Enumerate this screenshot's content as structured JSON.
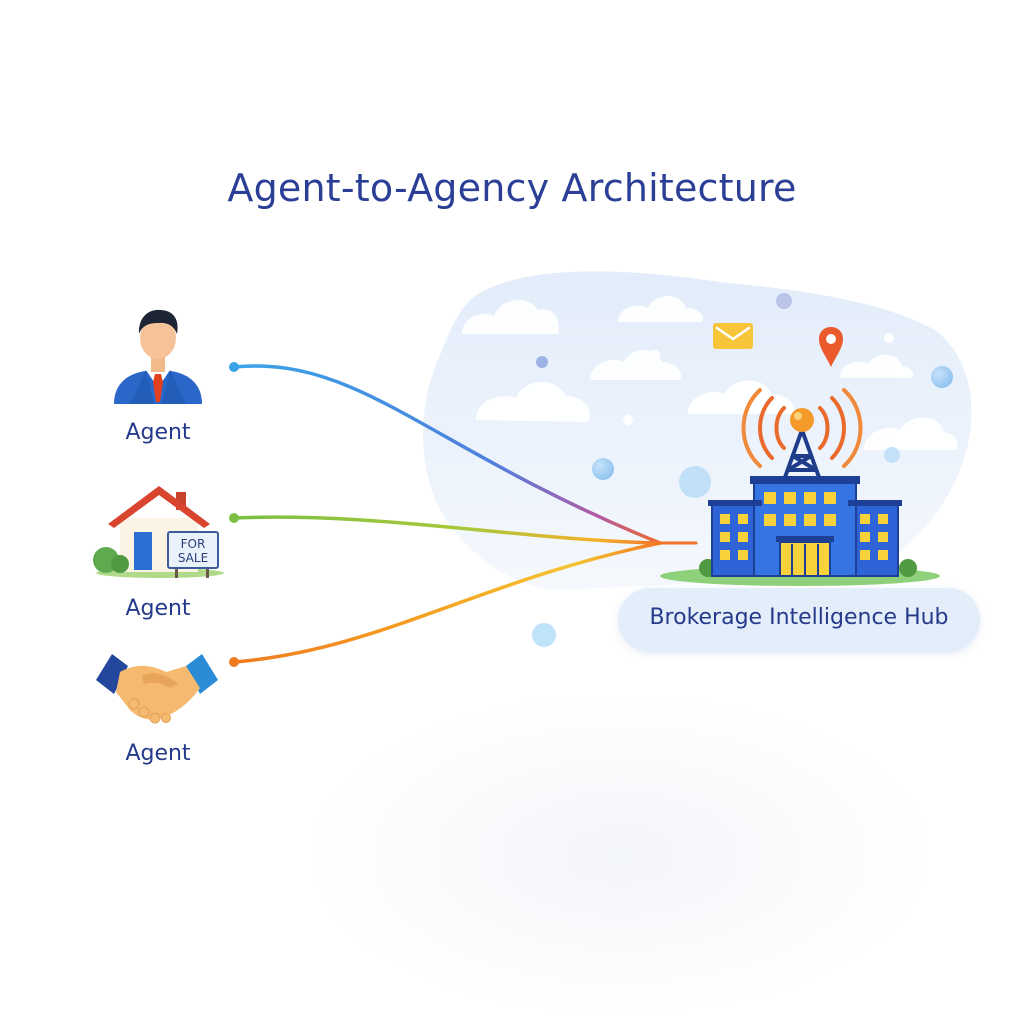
{
  "title": "Agent-to-Agency Architecture",
  "agents": [
    {
      "label": "Agent",
      "icon": "businessman-icon"
    },
    {
      "label": "Agent",
      "icon": "house-for-sale-icon"
    },
    {
      "label": "Agent",
      "icon": "handshake-icon"
    }
  ],
  "for_sale_sign": {
    "line1": "FOR",
    "line2": "SALE"
  },
  "hub": {
    "label": "Brokerage Intelligence Hub",
    "icon": "office-building-icon"
  },
  "colors": {
    "title": "#2b3f96",
    "line_top": "#3b9de3",
    "line_middle": "#7cc242",
    "line_bottom": "#f07a1e",
    "building": "#2f5fd6",
    "window": "#f7d23a"
  }
}
